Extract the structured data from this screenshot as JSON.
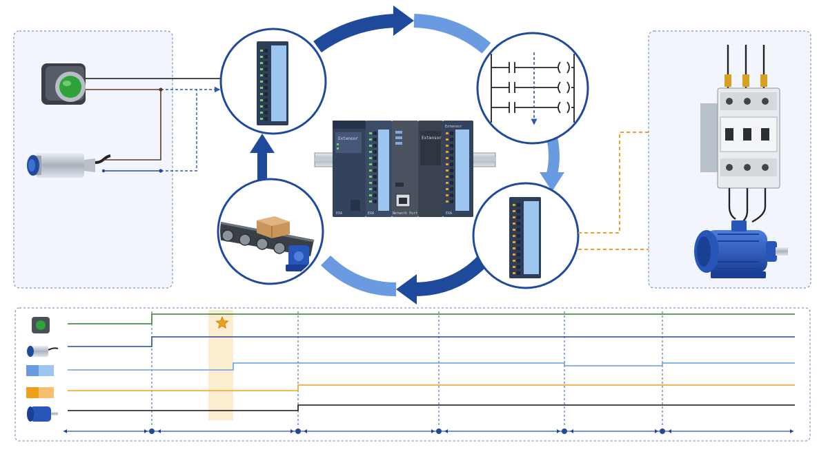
{
  "colors": {
    "navy": "#1f4a9c",
    "light_blue": "#6a9be0",
    "orange": "#f0a020",
    "green": "#2e7d32",
    "black": "#111111",
    "panel_border": "#5b7fb5",
    "panel_fill": "#f2f6fc"
  },
  "plc": {
    "module_labels": [
      "Extensor",
      "Extensor",
      "Extensor"
    ],
    "footer_labels": [
      "EXA",
      "EXA",
      "Network Port",
      "EXA"
    ]
  },
  "icons": {
    "input_side": [
      "pushbutton-icon",
      "proximity-sensor-icon"
    ],
    "cycle": [
      "input-module-icon",
      "ladder-logic-icon",
      "output-module-icon",
      "conveyor-icon"
    ],
    "output_side": [
      "contactor-icon",
      "motor-icon"
    ]
  },
  "timing": {
    "rows": [
      "pushbutton",
      "proximity-sensor",
      "input-image",
      "output-image",
      "motor"
    ],
    "levels": {
      "pushbutton": [
        0,
        1,
        1,
        1,
        1,
        1
      ],
      "proximity-sensor": [
        0,
        1,
        1,
        1,
        1,
        1
      ],
      "input-image": [
        0,
        0,
        1,
        1,
        0,
        1
      ],
      "output-image": [
        0,
        0,
        1,
        1,
        1,
        1
      ],
      "motor": [
        0,
        0,
        1,
        1,
        1,
        1
      ]
    }
  }
}
